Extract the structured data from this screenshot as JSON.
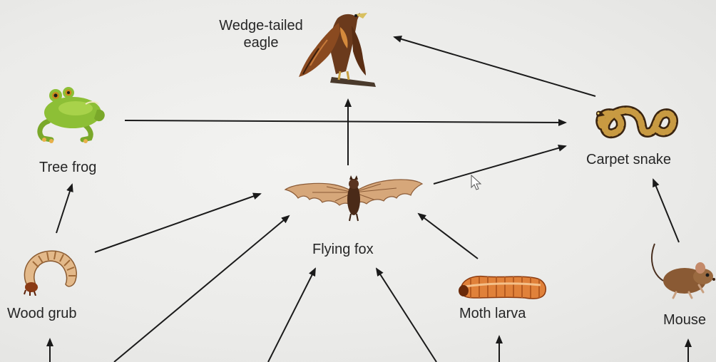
{
  "diagram": {
    "nodes": {
      "eagle": {
        "line1": "Wedge-tailed",
        "line2": "eagle",
        "icon": "eagle-icon"
      },
      "frog": {
        "label": "Tree frog",
        "icon": "frog-icon"
      },
      "snake": {
        "label": "Carpet snake",
        "icon": "snake-icon"
      },
      "flying_fox": {
        "label": "Flying fox",
        "icon": "bat-icon"
      },
      "wood_grub": {
        "label": "Wood grub",
        "icon": "grub-icon"
      },
      "moth_larva": {
        "label": "Moth larva",
        "icon": "larva-icon"
      },
      "mouse": {
        "label": "Mouse",
        "icon": "mouse-icon"
      }
    },
    "edges": [
      {
        "from": "tree-frog",
        "to": "carpet-snake"
      },
      {
        "from": "carpet-snake",
        "to": "wedge-tailed-eagle"
      },
      {
        "from": "flying-fox",
        "to": "wedge-tailed-eagle"
      },
      {
        "from": "flying-fox",
        "to": "carpet-snake"
      },
      {
        "from": "wood-grub",
        "to": "tree-frog"
      },
      {
        "from": "wood-grub",
        "to": "flying-fox"
      },
      {
        "from": "moth-larva",
        "to": "flying-fox"
      },
      {
        "from": "mouse",
        "to": "carpet-snake"
      },
      {
        "from": "off-screen",
        "to": "flying-fox"
      },
      {
        "from": "off-screen",
        "to": "flying-fox"
      },
      {
        "from": "off-screen",
        "to": "flying-fox"
      },
      {
        "from": "off-screen",
        "to": "wood-grub"
      },
      {
        "from": "off-screen",
        "to": "moth-larva"
      },
      {
        "from": "off-screen",
        "to": "mouse"
      }
    ],
    "colors": {
      "arrow": "#1a1a1a",
      "label": "#262626",
      "background": "#ededeb"
    }
  }
}
